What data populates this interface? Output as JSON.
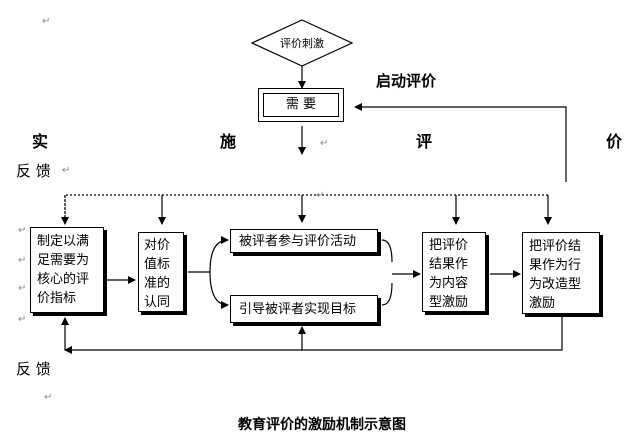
{
  "diagram": {
    "start_diamond": "评价刺激",
    "need_box": "需 要",
    "start_eval_label": "启动评价",
    "row_chars": [
      "实",
      "施",
      "评",
      "价"
    ],
    "feedback_top": "反 馈",
    "feedback_bottom": "反 馈",
    "box_needs_standard": "制定以满足需要为核心的评价指标",
    "box_recognition": "对价值标准的认同",
    "box_participate": "被评者参与评价活动",
    "box_guide": "引导被评者实现目标",
    "box_intrinsic": "把评价结果作为内容型激励",
    "box_improve": "把评价结果作为行为改造型激励",
    "caption": "教育评价的激励机制示意图",
    "return_mark": "↵"
  }
}
